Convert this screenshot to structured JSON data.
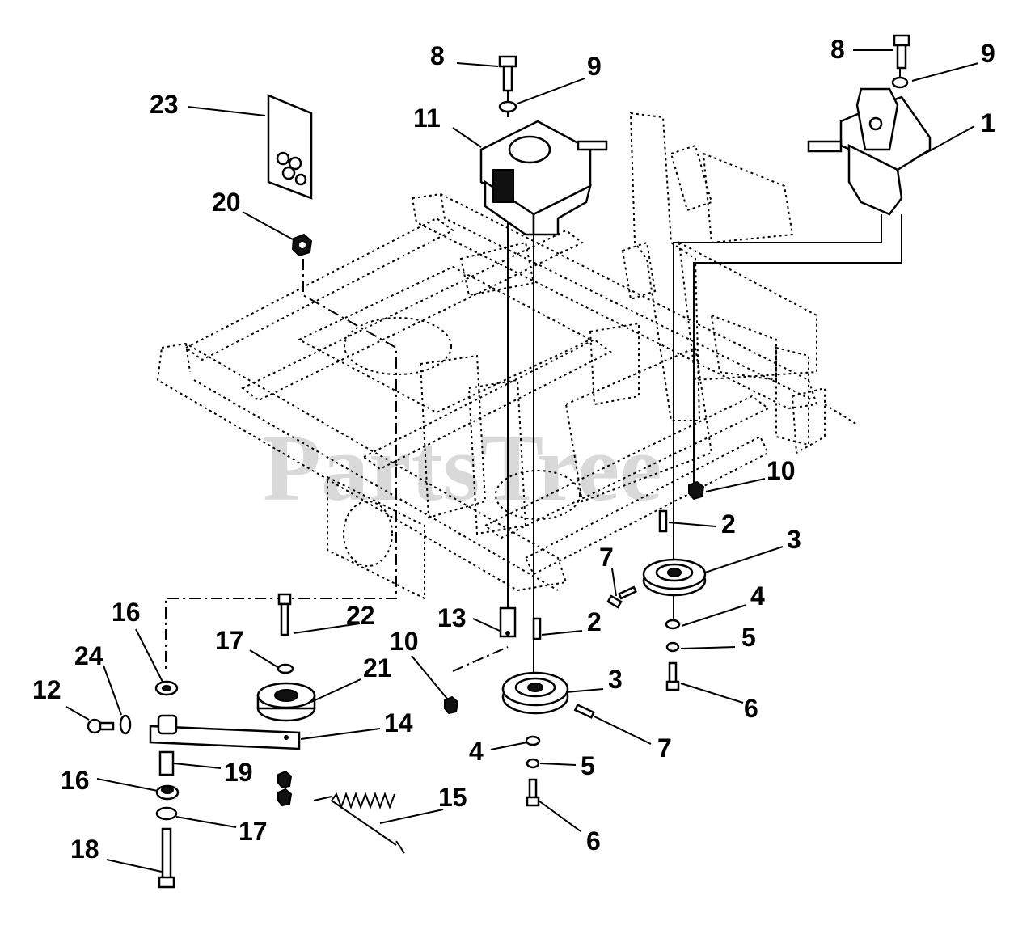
{
  "watermark": "PartsTree",
  "callouts": [
    {
      "id": "c8a",
      "label": "8"
    },
    {
      "id": "c9a",
      "label": "9"
    },
    {
      "id": "c11",
      "label": "11"
    },
    {
      "id": "c23",
      "label": "23"
    },
    {
      "id": "c20",
      "label": "20"
    },
    {
      "id": "c8b",
      "label": "8"
    },
    {
      "id": "c9b",
      "label": "9"
    },
    {
      "id": "c1",
      "label": "1"
    },
    {
      "id": "c10a",
      "label": "10"
    },
    {
      "id": "c2a",
      "label": "2"
    },
    {
      "id": "c3a",
      "label": "3"
    },
    {
      "id": "c7a",
      "label": "7"
    },
    {
      "id": "c4a",
      "label": "4"
    },
    {
      "id": "c5a",
      "label": "5"
    },
    {
      "id": "c6a",
      "label": "6"
    },
    {
      "id": "c16a",
      "label": "16"
    },
    {
      "id": "c22",
      "label": "22"
    },
    {
      "id": "c13",
      "label": "13"
    },
    {
      "id": "c2b",
      "label": "2"
    },
    {
      "id": "c24",
      "label": "24"
    },
    {
      "id": "c17a",
      "label": "17"
    },
    {
      "id": "c21",
      "label": "21"
    },
    {
      "id": "c10b",
      "label": "10"
    },
    {
      "id": "c3b",
      "label": "3"
    },
    {
      "id": "c12",
      "label": "12"
    },
    {
      "id": "c14",
      "label": "14"
    },
    {
      "id": "c7b",
      "label": "7"
    },
    {
      "id": "c4b",
      "label": "4"
    },
    {
      "id": "c5b",
      "label": "5"
    },
    {
      "id": "c16b",
      "label": "16"
    },
    {
      "id": "c19",
      "label": "19"
    },
    {
      "id": "c15",
      "label": "15"
    },
    {
      "id": "c17b",
      "label": "17"
    },
    {
      "id": "c6b",
      "label": "6"
    },
    {
      "id": "c18",
      "label": "18"
    }
  ]
}
